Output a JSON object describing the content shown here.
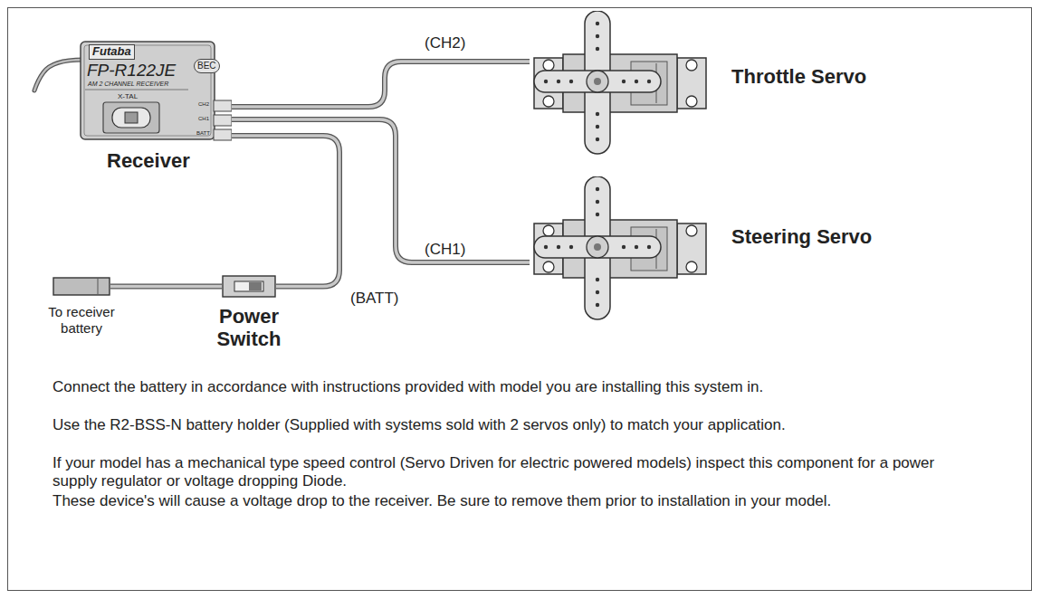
{
  "diagram": {
    "nodes": [
      {
        "text": [
          "Futaba",
          "FP-R122JE",
          "BEC",
          "AM 2 CHANNEL RECEIVER",
          "X-TAL",
          "CH2",
          "CH1",
          "BATT",
          "Receiver"
        ]
      },
      {
        "text": [
          "Throttle Servo"
        ]
      },
      {
        "text": [
          "Steering Servo"
        ]
      },
      {
        "text": [
          "To receiver battery"
        ]
      },
      {
        "text": [
          "Power Switch"
        ]
      }
    ],
    "edges": [
      {
        "from": 0,
        "to": 1,
        "label": "(CH2)",
        "arrow": "none"
      },
      {
        "from": 0,
        "to": 2,
        "label": "(CH1)",
        "arrow": "none"
      },
      {
        "from": 0,
        "to": 4,
        "label": "(BATT)",
        "arrow": "none"
      },
      {
        "from": 4,
        "to": 3,
        "arrow": "none"
      }
    ],
    "labels": [
      "Connect the battery in accordance with instructions provided with model you are installing this system in.",
      "Use the R2-BSS-N battery holder (Supplied with systems sold with 2 servos only) to match your application.",
      "If your model has a mechanical type speed control (Servo Driven for electric powered models) inspect this component for a power supply regulator or voltage dropping Diode.",
      "These device's will cause a voltage drop to the receiver. Be sure to remove them prior to installation in your model."
    ]
  }
}
